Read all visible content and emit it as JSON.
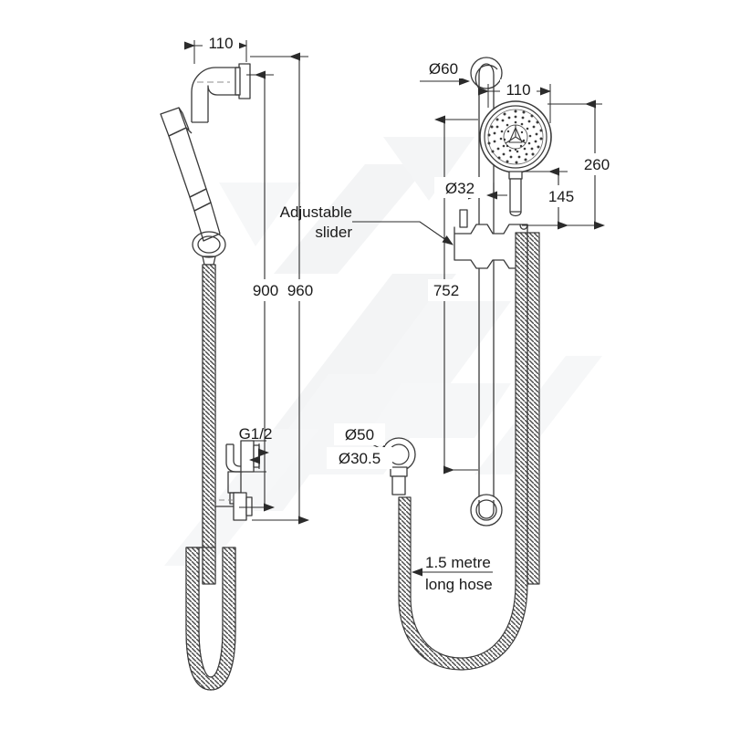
{
  "drawing": {
    "title": "Shower rail set technical drawing",
    "background": "#ffffff",
    "line_color": "#3a3a3a",
    "dim_color": "#1a1a1a",
    "watermark_color": "#f4f5f6"
  },
  "dimensions": {
    "left_view": {
      "d110": "110",
      "d900": "900",
      "d960": "960",
      "g_thread": "G1/2"
    },
    "right_view": {
      "d60": "Ø60",
      "d110": "110",
      "d32": "Ø32",
      "d145": "145",
      "d260": "260",
      "d752": "752",
      "d50": "Ø50",
      "d30_5": "Ø30.5"
    }
  },
  "annotations": {
    "adjustable_slider_line1": "Adjustable",
    "adjustable_slider_line2": "slider",
    "hose_line1": "1.5 metre",
    "hose_line2": "long hose"
  }
}
